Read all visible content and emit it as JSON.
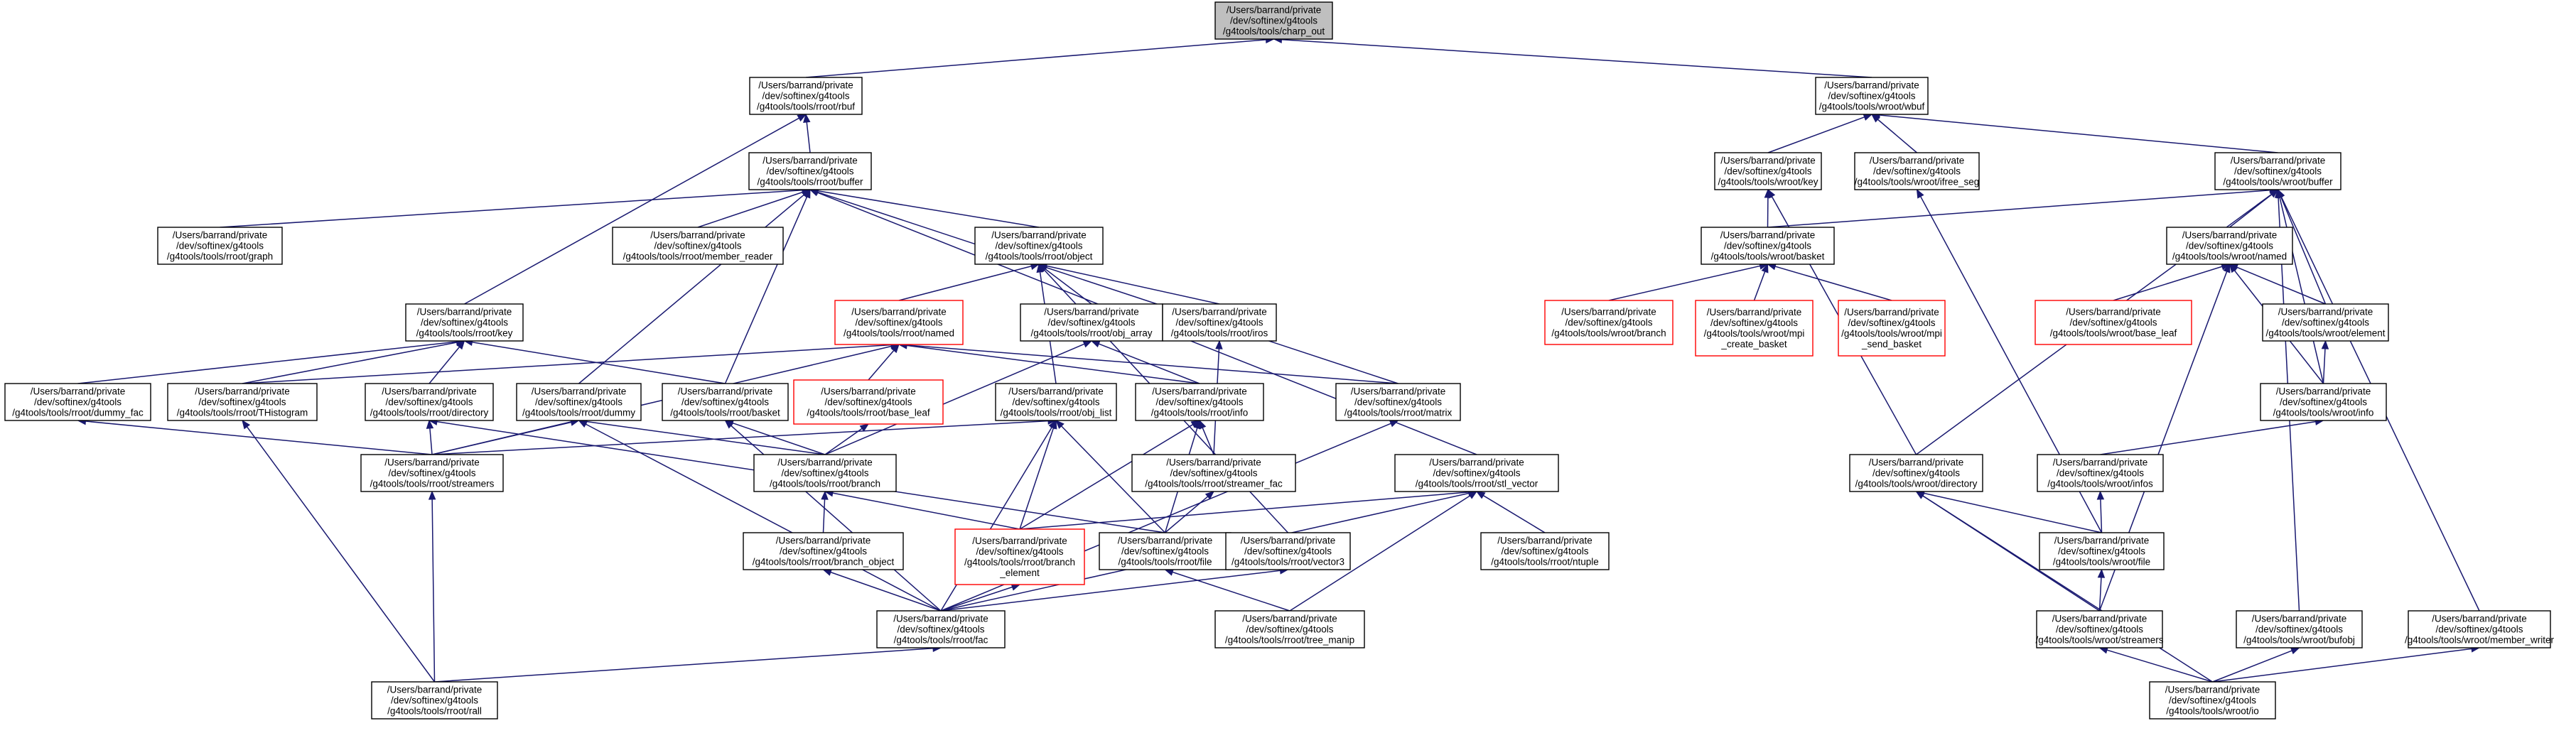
{
  "diagram": {
    "nodes": [
      {
        "id": "charp_out",
        "lines": [
          "/Users/barrand/private",
          "/dev/softinex/g4tools",
          "/g4tools/tools/charp_out"
        ],
        "root": true
      },
      {
        "id": "rroot_rbuf",
        "lines": [
          "/Users/barrand/private",
          "/dev/softinex/g4tools",
          "/g4tools/tools/rroot/rbuf"
        ]
      },
      {
        "id": "wroot_wbuf",
        "lines": [
          "/Users/barrand/private",
          "/dev/softinex/g4tools",
          "/g4tools/tools/wroot/wbuf"
        ]
      },
      {
        "id": "rroot_buffer",
        "lines": [
          "/Users/barrand/private",
          "/dev/softinex/g4tools",
          "/g4tools/tools/rroot/buffer"
        ]
      },
      {
        "id": "wroot_key",
        "lines": [
          "/Users/barrand/private",
          "/dev/softinex/g4tools",
          "/g4tools/tools/wroot/key"
        ]
      },
      {
        "id": "wroot_ifree_seg",
        "lines": [
          "/Users/barrand/private",
          "/dev/softinex/g4tools",
          "/g4tools/tools/wroot/ifree_seg"
        ]
      },
      {
        "id": "wroot_buffer",
        "lines": [
          "/Users/barrand/private",
          "/dev/softinex/g4tools",
          "/g4tools/tools/wroot/buffer"
        ]
      },
      {
        "id": "rroot_graph",
        "lines": [
          "/Users/barrand/private",
          "/dev/softinex/g4tools",
          "/g4tools/tools/rroot/graph"
        ]
      },
      {
        "id": "rroot_member_reader",
        "lines": [
          "/Users/barrand/private",
          "/dev/softinex/g4tools",
          "/g4tools/tools/rroot/member_reader"
        ]
      },
      {
        "id": "rroot_object",
        "lines": [
          "/Users/barrand/private",
          "/dev/softinex/g4tools",
          "/g4tools/tools/rroot/object"
        ]
      },
      {
        "id": "wroot_basket",
        "lines": [
          "/Users/barrand/private",
          "/dev/softinex/g4tools",
          "/g4tools/tools/wroot/basket"
        ]
      },
      {
        "id": "wroot_named",
        "lines": [
          "/Users/barrand/private",
          "/dev/softinex/g4tools",
          "/g4tools/tools/wroot/named"
        ]
      },
      {
        "id": "rroot_key",
        "lines": [
          "/Users/barrand/private",
          "/dev/softinex/g4tools",
          "/g4tools/tools/rroot/key"
        ]
      },
      {
        "id": "rroot_named",
        "lines": [
          "/Users/barrand/private",
          "/dev/softinex/g4tools",
          "/g4tools/tools/rroot/named"
        ],
        "red": true
      },
      {
        "id": "rroot_obj_array",
        "lines": [
          "/Users/barrand/private",
          "/dev/softinex/g4tools",
          "/g4tools/tools/rroot/obj_array"
        ]
      },
      {
        "id": "rroot_iros",
        "lines": [
          "/Users/barrand/private",
          "/dev/softinex/g4tools",
          "/g4tools/tools/rroot/iros"
        ]
      },
      {
        "id": "wroot_branch",
        "lines": [
          "/Users/barrand/private",
          "/dev/softinex/g4tools",
          "/g4tools/tools/wroot/branch"
        ],
        "red": true
      },
      {
        "id": "wroot_mpi_create_basket",
        "lines": [
          "/Users/barrand/private",
          "/dev/softinex/g4tools",
          "/g4tools/tools/wroot/mpi",
          "_create_basket"
        ],
        "red": true
      },
      {
        "id": "wroot_mpi_send_basket",
        "lines": [
          "/Users/barrand/private",
          "/dev/softinex/g4tools",
          "/g4tools/tools/wroot/mpi",
          "_send_basket"
        ],
        "red": true
      },
      {
        "id": "wroot_base_leaf",
        "lines": [
          "/Users/barrand/private",
          "/dev/softinex/g4tools",
          "/g4tools/tools/wroot/base_leaf"
        ],
        "red": true
      },
      {
        "id": "wroot_element",
        "lines": [
          "/Users/barrand/private",
          "/dev/softinex/g4tools",
          "/g4tools/tools/wroot/element"
        ]
      },
      {
        "id": "rroot_dummy_fac",
        "lines": [
          "/Users/barrand/private",
          "/dev/softinex/g4tools",
          "/g4tools/tools/rroot/dummy_fac"
        ]
      },
      {
        "id": "rroot_THistogram",
        "lines": [
          "/Users/barrand/private",
          "/dev/softinex/g4tools",
          "/g4tools/tools/rroot/THistogram"
        ]
      },
      {
        "id": "rroot_directory",
        "lines": [
          "/Users/barrand/private",
          "/dev/softinex/g4tools",
          "/g4tools/tools/rroot/directory"
        ]
      },
      {
        "id": "rroot_dummy",
        "lines": [
          "/Users/barrand/private",
          "/dev/softinex/g4tools",
          "/g4tools/tools/rroot/dummy"
        ]
      },
      {
        "id": "rroot_basket",
        "lines": [
          "/Users/barrand/private",
          "/dev/softinex/g4tools",
          "/g4tools/tools/rroot/basket"
        ]
      },
      {
        "id": "rroot_base_leaf",
        "lines": [
          "/Users/barrand/private",
          "/dev/softinex/g4tools",
          "/g4tools/tools/rroot/base_leaf"
        ],
        "red": true
      },
      {
        "id": "rroot_obj_list",
        "lines": [
          "/Users/barrand/private",
          "/dev/softinex/g4tools",
          "/g4tools/tools/rroot/obj_list"
        ]
      },
      {
        "id": "rroot_info",
        "lines": [
          "/Users/barrand/private",
          "/dev/softinex/g4tools",
          "/g4tools/tools/rroot/info"
        ]
      },
      {
        "id": "rroot_matrix",
        "lines": [
          "/Users/barrand/private",
          "/dev/softinex/g4tools",
          "/g4tools/tools/rroot/matrix"
        ]
      },
      {
        "id": "wroot_info",
        "lines": [
          "/Users/barrand/private",
          "/dev/softinex/g4tools",
          "/g4tools/tools/wroot/info"
        ]
      },
      {
        "id": "rroot_streamers",
        "lines": [
          "/Users/barrand/private",
          "/dev/softinex/g4tools",
          "/g4tools/tools/rroot/streamers"
        ]
      },
      {
        "id": "rroot_branch",
        "lines": [
          "/Users/barrand/private",
          "/dev/softinex/g4tools",
          "/g4tools/tools/rroot/branch"
        ]
      },
      {
        "id": "rroot_streamer_fac",
        "lines": [
          "/Users/barrand/private",
          "/dev/softinex/g4tools",
          "/g4tools/tools/rroot/streamer_fac"
        ]
      },
      {
        "id": "rroot_stl_vector",
        "lines": [
          "/Users/barrand/private",
          "/dev/softinex/g4tools",
          "/g4tools/tools/rroot/stl_vector"
        ]
      },
      {
        "id": "wroot_directory",
        "lines": [
          "/Users/barrand/private",
          "/dev/softinex/g4tools",
          "/g4tools/tools/wroot/directory"
        ]
      },
      {
        "id": "wroot_infos",
        "lines": [
          "/Users/barrand/private",
          "/dev/softinex/g4tools",
          "/g4tools/tools/wroot/infos"
        ]
      },
      {
        "id": "rroot_branch_object",
        "lines": [
          "/Users/barrand/private",
          "/dev/softinex/g4tools",
          "/g4tools/tools/rroot/branch_object"
        ]
      },
      {
        "id": "rroot_branch_element",
        "lines": [
          "/Users/barrand/private",
          "/dev/softinex/g4tools",
          "/g4tools/tools/rroot/branch",
          "_element"
        ],
        "red": true
      },
      {
        "id": "rroot_file",
        "lines": [
          "/Users/barrand/private",
          "/dev/softinex/g4tools",
          "/g4tools/tools/rroot/file"
        ]
      },
      {
        "id": "rroot_vector3",
        "lines": [
          "/Users/barrand/private",
          "/dev/softinex/g4tools",
          "/g4tools/tools/rroot/vector3"
        ]
      },
      {
        "id": "rroot_ntuple",
        "lines": [
          "/Users/barrand/private",
          "/dev/softinex/g4tools",
          "/g4tools/tools/rroot/ntuple"
        ]
      },
      {
        "id": "wroot_file",
        "lines": [
          "/Users/barrand/private",
          "/dev/softinex/g4tools",
          "/g4tools/tools/wroot/file"
        ]
      },
      {
        "id": "rroot_fac",
        "lines": [
          "/Users/barrand/private",
          "/dev/softinex/g4tools",
          "/g4tools/tools/rroot/fac"
        ]
      },
      {
        "id": "rroot_tree_manip",
        "lines": [
          "/Users/barrand/private",
          "/dev/softinex/g4tools",
          "/g4tools/tools/rroot/tree_manip"
        ]
      },
      {
        "id": "wroot_streamers",
        "lines": [
          "/Users/barrand/private",
          "/dev/softinex/g4tools",
          "/g4tools/tools/wroot/streamers"
        ]
      },
      {
        "id": "wroot_bufobj",
        "lines": [
          "/Users/barrand/private",
          "/dev/softinex/g4tools",
          "/g4tools/tools/wroot/bufobj"
        ]
      },
      {
        "id": "wroot_member_writer",
        "lines": [
          "/Users/barrand/private",
          "/dev/softinex/g4tools",
          "/g4tools/tools/wroot/member_writer"
        ]
      },
      {
        "id": "rroot_rall",
        "lines": [
          "/Users/barrand/private",
          "/dev/softinex/g4tools",
          "/g4tools/tools/rroot/rall"
        ]
      },
      {
        "id": "wroot_io",
        "lines": [
          "/Users/barrand/private",
          "/dev/softinex/g4tools",
          "/g4tools/tools/wroot/io"
        ]
      }
    ],
    "edges": [
      [
        "rroot_rbuf",
        "charp_out"
      ],
      [
        "wroot_wbuf",
        "charp_out"
      ],
      [
        "rroot_buffer",
        "rroot_rbuf"
      ],
      [
        "rroot_key",
        "rroot_rbuf"
      ],
      [
        "wroot_key",
        "wroot_wbuf"
      ],
      [
        "wroot_ifree_seg",
        "wroot_wbuf"
      ],
      [
        "wroot_buffer",
        "wroot_wbuf"
      ],
      [
        "rroot_graph",
        "rroot_buffer"
      ],
      [
        "rroot_member_reader",
        "rroot_buffer"
      ],
      [
        "rroot_object",
        "rroot_buffer"
      ],
      [
        "rroot_dummy",
        "rroot_buffer"
      ],
      [
        "rroot_basket",
        "rroot_buffer"
      ],
      [
        "rroot_matrix",
        "rroot_buffer"
      ],
      [
        "rroot_stl_vector",
        "rroot_buffer"
      ],
      [
        "wroot_basket",
        "wroot_key"
      ],
      [
        "wroot_directory",
        "wroot_key"
      ],
      [
        "wroot_file",
        "wroot_ifree_seg"
      ],
      [
        "wroot_basket",
        "wroot_buffer"
      ],
      [
        "wroot_named",
        "wroot_buffer"
      ],
      [
        "wroot_element",
        "wroot_buffer"
      ],
      [
        "wroot_info",
        "wroot_buffer"
      ],
      [
        "wroot_directory",
        "wroot_buffer"
      ],
      [
        "wroot_bufobj",
        "wroot_buffer"
      ],
      [
        "wroot_member_writer",
        "wroot_buffer"
      ],
      [
        "rroot_named",
        "rroot_object"
      ],
      [
        "rroot_obj_array",
        "rroot_object"
      ],
      [
        "rroot_iros",
        "rroot_object"
      ],
      [
        "rroot_obj_list",
        "rroot_object"
      ],
      [
        "rroot_vector3",
        "rroot_object"
      ],
      [
        "wroot_branch",
        "wroot_basket"
      ],
      [
        "wroot_mpi_create_basket",
        "wroot_basket"
      ],
      [
        "wroot_mpi_send_basket",
        "wroot_basket"
      ],
      [
        "wroot_base_leaf",
        "wroot_named"
      ],
      [
        "wroot_element",
        "wroot_named"
      ],
      [
        "wroot_info",
        "wroot_named"
      ],
      [
        "wroot_streamers",
        "wroot_named"
      ],
      [
        "rroot_dummy_fac",
        "rroot_key"
      ],
      [
        "rroot_THistogram",
        "rroot_key"
      ],
      [
        "rroot_directory",
        "rroot_key"
      ],
      [
        "rroot_basket",
        "rroot_key"
      ],
      [
        "rroot_THistogram",
        "rroot_named"
      ],
      [
        "rroot_streamers",
        "rroot_named"
      ],
      [
        "rroot_base_leaf",
        "rroot_named"
      ],
      [
        "rroot_info",
        "rroot_named"
      ],
      [
        "rroot_matrix",
        "rroot_named"
      ],
      [
        "rroot_branch",
        "rroot_obj_array"
      ],
      [
        "rroot_info",
        "rroot_obj_array"
      ],
      [
        "rroot_streamer_fac",
        "rroot_iros"
      ],
      [
        "wroot_info",
        "wroot_element"
      ],
      [
        "rroot_streamers",
        "rroot_dummy_fac"
      ],
      [
        "rroot_rall",
        "rroot_THistogram"
      ],
      [
        "rroot_streamers",
        "rroot_directory"
      ],
      [
        "rroot_file",
        "rroot_directory"
      ],
      [
        "rroot_streamers",
        "rroot_dummy"
      ],
      [
        "rroot_branch",
        "rroot_dummy"
      ],
      [
        "rroot_fac",
        "rroot_dummy"
      ],
      [
        "rroot_branch",
        "rroot_basket"
      ],
      [
        "rroot_fac",
        "rroot_basket"
      ],
      [
        "rroot_branch",
        "rroot_base_leaf"
      ],
      [
        "rroot_streamers",
        "rroot_obj_list"
      ],
      [
        "rroot_branch_element",
        "rroot_obj_list"
      ],
      [
        "rroot_file",
        "rroot_obj_list"
      ],
      [
        "rroot_fac",
        "rroot_obj_list"
      ],
      [
        "rroot_streamer_fac",
        "rroot_info"
      ],
      [
        "rroot_branch_element",
        "rroot_info"
      ],
      [
        "rroot_file",
        "rroot_info"
      ],
      [
        "rroot_fac",
        "rroot_matrix"
      ],
      [
        "wroot_infos",
        "wroot_info"
      ],
      [
        "rroot_rall",
        "rroot_streamers"
      ],
      [
        "rroot_branch_object",
        "rroot_branch"
      ],
      [
        "rroot_branch_element",
        "rroot_branch"
      ],
      [
        "rroot_file",
        "rroot_streamer_fac"
      ],
      [
        "rroot_branch_element",
        "rroot_stl_vector"
      ],
      [
        "rroot_ntuple",
        "rroot_stl_vector"
      ],
      [
        "rroot_fac",
        "rroot_stl_vector"
      ],
      [
        "rroot_tree_manip",
        "rroot_stl_vector"
      ],
      [
        "wroot_file",
        "wroot_directory"
      ],
      [
        "wroot_streamers",
        "wroot_directory"
      ],
      [
        "wroot_io",
        "wroot_directory"
      ],
      [
        "wroot_file",
        "wroot_infos"
      ],
      [
        "rroot_fac",
        "rroot_branch_object"
      ],
      [
        "rroot_fac",
        "rroot_branch_element"
      ],
      [
        "rroot_tree_manip",
        "rroot_file"
      ],
      [
        "rroot_fac",
        "rroot_vector3"
      ],
      [
        "wroot_streamers",
        "wroot_file"
      ],
      [
        "rroot_rall",
        "rroot_fac"
      ],
      [
        "wroot_io",
        "wroot_streamers"
      ],
      [
        "wroot_io",
        "wroot_bufobj"
      ],
      [
        "wroot_io",
        "wroot_member_writer"
      ]
    ]
  }
}
